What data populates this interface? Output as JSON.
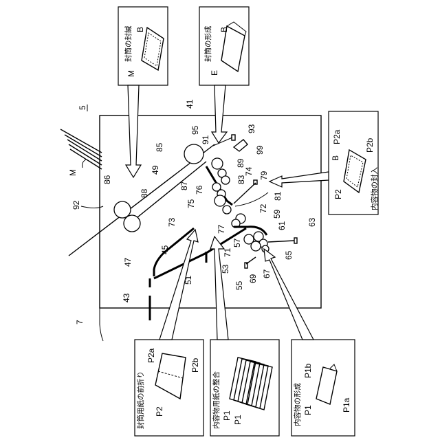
{
  "refs": {
    "apparatus": "5",
    "envelope_feed": "7",
    "housing": "41",
    "r43": "43",
    "r45": "45",
    "r47": "47",
    "r49": "49",
    "r51": "51",
    "r53": "53",
    "r55": "55",
    "r57": "57",
    "r59": "59",
    "r61": "61",
    "r63": "63",
    "r65": "65",
    "r67": "67",
    "r69": "69",
    "r71": "71",
    "r72": "72",
    "r73": "73",
    "r74": "74",
    "r75": "75",
    "r76": "76",
    "r77": "77",
    "r79": "79",
    "r81": "81",
    "r83": "83",
    "r85": "85",
    "r86": "86",
    "r87": "87",
    "r88": "88",
    "r89": "89",
    "r91": "91",
    "r92": "92",
    "r93": "93",
    "r95": "95",
    "r99": "99",
    "M": "M"
  },
  "boxes": {
    "seal": {
      "title": "封筒の封緘",
      "labels": [
        "B",
        "M"
      ]
    },
    "form_env": {
      "title": "封筒の形成",
      "labels": [
        "B",
        "E"
      ]
    },
    "insert": {
      "title": "内容物の封入",
      "labels": [
        "B",
        "P2a",
        "P2b",
        "P2"
      ]
    },
    "prefold": {
      "title": "封筒用紙の前折り",
      "labels": [
        "P2a",
        "P2b",
        "P2"
      ]
    },
    "align": {
      "title": "内容物用紙の整合",
      "labels": [
        "P1",
        "P1"
      ]
    },
    "form_contents": {
      "title": "内容物の形成",
      "labels": [
        "P1b",
        "P1",
        "P1a"
      ]
    }
  }
}
